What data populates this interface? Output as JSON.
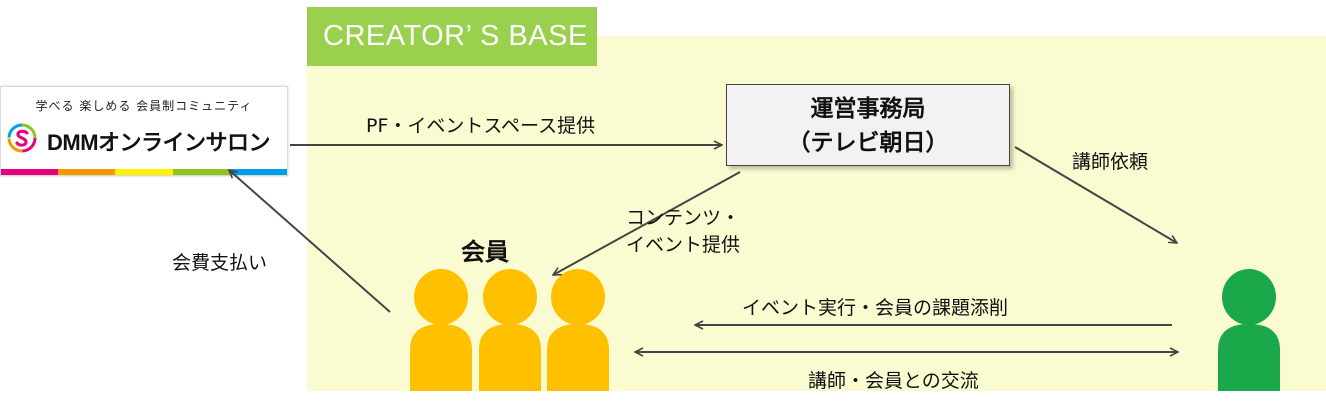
{
  "zone": {
    "title": "CREATOR’ S BASE",
    "fill_color": "#fbfbd2",
    "title_color": "#99d04e"
  },
  "logo": {
    "tagline": "学べる 楽しめる 会員制コミュニティ",
    "brand": "DMMオンラインサロン",
    "bar_colors": [
      "#e6007e",
      "#f39800",
      "#fff100",
      "#8fc31f",
      "#00a0e9"
    ]
  },
  "office": {
    "line1": "運営事務局",
    "line2": "（テレビ朝日）"
  },
  "members": {
    "heading": "会員",
    "color": "#ffc000"
  },
  "instructor": {
    "color": "#1aa84a"
  },
  "flows": {
    "platform": "PF・イベントスペース提供",
    "fee": "会費支払い",
    "content_line1": "コンテンツ・",
    "content_line2": "イベント提供",
    "request": "講師依頼",
    "event": "イベント実行・会員の課題添削",
    "exchange": "講師・会員との交流"
  }
}
